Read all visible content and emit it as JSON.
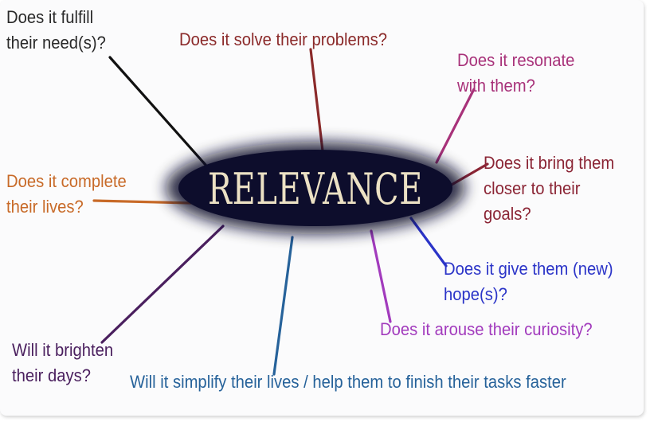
{
  "diagram": {
    "center": {
      "label": "RELEVANCE"
    },
    "colors": {
      "ellipse_core": "#0d0d2c",
      "center_text": "#ece1c4",
      "connector_black": "#111111"
    },
    "branches": [
      {
        "id": "fulfill-needs",
        "text": "Does it fulfill\ntheir need(s)?",
        "color": "#2a2a2a"
      },
      {
        "id": "solve-problems",
        "text": "Does it solve their problems?",
        "color": "#8b2a2a"
      },
      {
        "id": "resonate",
        "text": "Does it resonate\nwith them?",
        "color": "#a8327a"
      },
      {
        "id": "closer-goals",
        "text": "Does it bring them\ncloser to their\ngoals?",
        "color": "#8b2535"
      },
      {
        "id": "new-hope",
        "text": "Does it give them (new)\nhope(s)?",
        "color": "#2b34c8"
      },
      {
        "id": "arouse-curiosity",
        "text": "Does it arouse their curiosity?",
        "color": "#a23bbd"
      },
      {
        "id": "simplify-lives",
        "text": "Will it simplify their lives / help them to finish their tasks faster",
        "color": "#26629a"
      },
      {
        "id": "brighten-days",
        "text": "Will it brighten\ntheir days?",
        "color": "#4a1f5e"
      },
      {
        "id": "complete-lives",
        "text": "Does it complete\ntheir lives?",
        "color": "#c86a28"
      }
    ]
  }
}
